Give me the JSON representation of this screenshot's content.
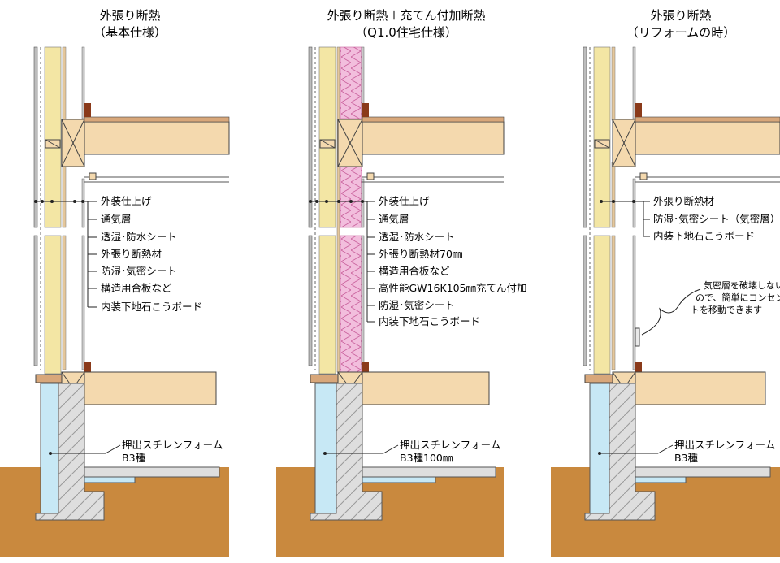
{
  "panels": [
    {
      "title_line1": "外張り断熱",
      "title_line2": "（基本仕様）",
      "labels": [
        "外装仕上げ",
        "通気層",
        "透湿･防水シート",
        "外張り断熱材",
        "防湿･気密シート",
        "構造用合板など",
        "内装下地石こうボード"
      ],
      "foundation_label_1": "押出スチレンフォーム",
      "foundation_label_2": "B3種"
    },
    {
      "title_line1": "外張り断熱＋充てん付加断熱",
      "title_line2": "（Q1.0住宅仕様）",
      "labels": [
        "外装仕上げ",
        "通気層",
        "透湿･防水シート",
        "外張り断熱材70㎜",
        "構造用合板など",
        "高性能GW16K105㎜充てん付加",
        "防湿･気密シート",
        "内装下地石こうボード"
      ],
      "foundation_label_1": "押出スチレンフォーム",
      "foundation_label_2": "B3種100㎜"
    },
    {
      "title_line1": "外張り断熱",
      "title_line2": "（リフォームの時）",
      "labels": [
        "外張り断熱材",
        "防湿･気密シート（気密層）",
        "内装下地石こうボード"
      ],
      "note_line1": "気密層を破壊しない",
      "note_line2": "ので、簡単にコンセン",
      "note_line3": "トを移動できます",
      "foundation_label_1": "押出スチレンフォーム",
      "foundation_label_2": "B3種"
    }
  ],
  "colors": {
    "ground": "#c9893e",
    "insulation_board": "#f3e6a4",
    "glass_wool": "#f2bedd",
    "xps": "#c7e8f5",
    "lumber": "#f4d9ae",
    "concrete": "#dedede",
    "interior_board": "#c9c9c9"
  }
}
